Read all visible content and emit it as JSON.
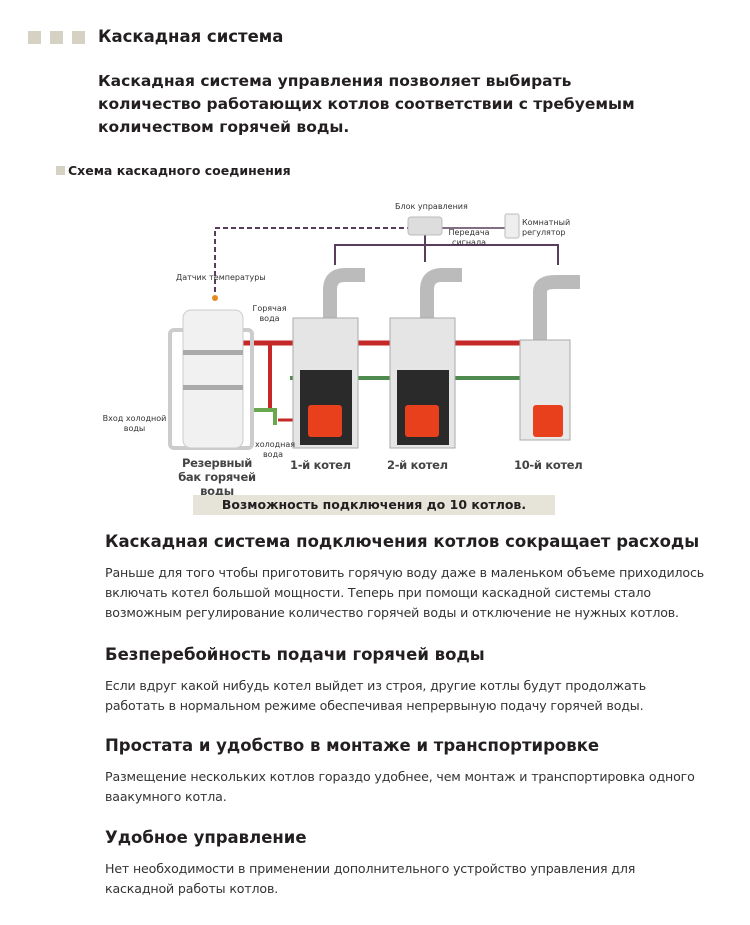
{
  "header": {
    "title": "Каскадная система",
    "intro": "Каскадная система управления позволяет выбирать количество работающих котлов соответствии с требуемым количеством горячей воды."
  },
  "diagram": {
    "subtitle": "Схема каскадного соединения",
    "control_unit": "Блок управления",
    "signal": "Передача сигнала",
    "room_regulator": "Комнатный регулятор",
    "temp_sensor": "Датчик температуры",
    "hot_water": "Горячая вода",
    "cold_inlet": "Вход холодной воды",
    "cold_water": "холодная вода",
    "tank": "Резервный бак горячей воды",
    "boiler1": "1-й котел",
    "boiler2": "2-й котел",
    "boiler10": "10-й котел",
    "caption": "Возможность подключения до 10 котлов."
  },
  "sections": [
    {
      "heading": "Каскадная система подключения котлов сокращает  расходы",
      "text": "Раньше для того чтобы приготовить горячую воду даже в маленьком объеме приходилось включать котел большой мощности. Теперь при помощи каскадной системы стало возможным регулирование количество горячей воды и отключение не нужных котлов."
    },
    {
      "heading": "Безперебойность подачи горячей воды",
      "text": "Если вдруг какой нибудь котел выйдет из строя, другие котлы будут продолжать работать в нормальном режиме обеспечивая непрервыную подачу горячей воды."
    },
    {
      "heading": "Простата и удобство в монтаже и транспортировке",
      "text": "Размещение нескольких котлов гораздо удобнее, чем монтаж и транспортировка одного ваакумного котла."
    },
    {
      "heading": "Удобное управление",
      "text": "Нет необходимости в применении дополнительного устройство управления для каскадной работы котлов."
    }
  ]
}
